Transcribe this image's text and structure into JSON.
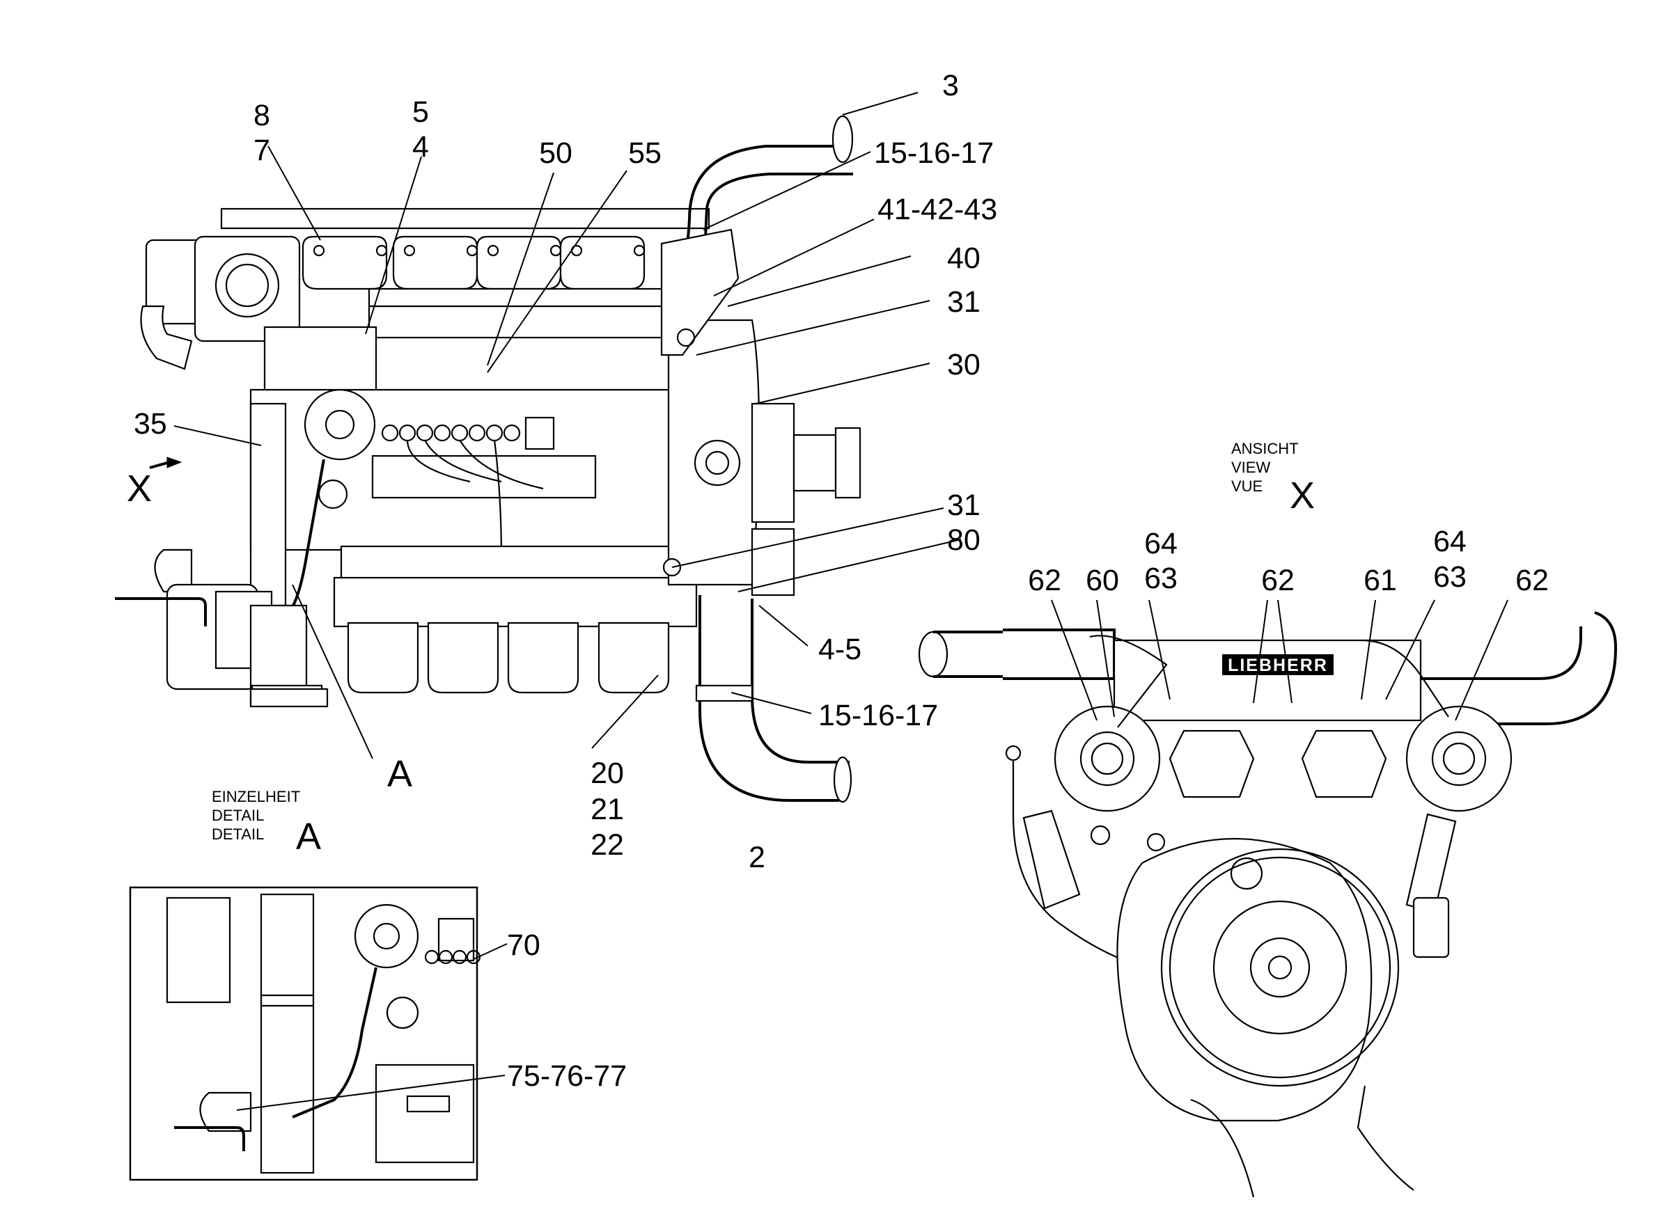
{
  "callouts": {
    "c3": "3",
    "c8": "8",
    "c7": "7",
    "c5": "5",
    "c4": "4",
    "c50": "50",
    "c55": "55",
    "c15_16_17_top": "15-16-17",
    "c41_42_43": "41-42-43",
    "c40": "40",
    "c31_top": "31",
    "c30": "30",
    "c35": "35",
    "c31_mid": "31",
    "c80": "80",
    "c4_5": "4-5",
    "c15_16_17_bot": "15-16-17",
    "cA": "A",
    "c20": "20",
    "c21": "21",
    "c22": "22",
    "c2": "2",
    "c70": "70",
    "c75_76_77": "75-76-77",
    "c62_a": "62",
    "c60": "60",
    "c64_a": "64",
    "c63_a": "63",
    "c62_b": "62",
    "c61": "61",
    "c64_b": "64",
    "c63_b": "63",
    "c62_c": "62"
  },
  "view_x": {
    "line1": "ANSICHT",
    "line2": "VIEW",
    "line3": "VUE",
    "letter": "X"
  },
  "view_arrow_letter": "X",
  "detail_a": {
    "line1": "EINZELHEIT",
    "line2": "DETAIL",
    "line3": "DETAIL",
    "letter": "A"
  },
  "brand": "LIEBHERR"
}
